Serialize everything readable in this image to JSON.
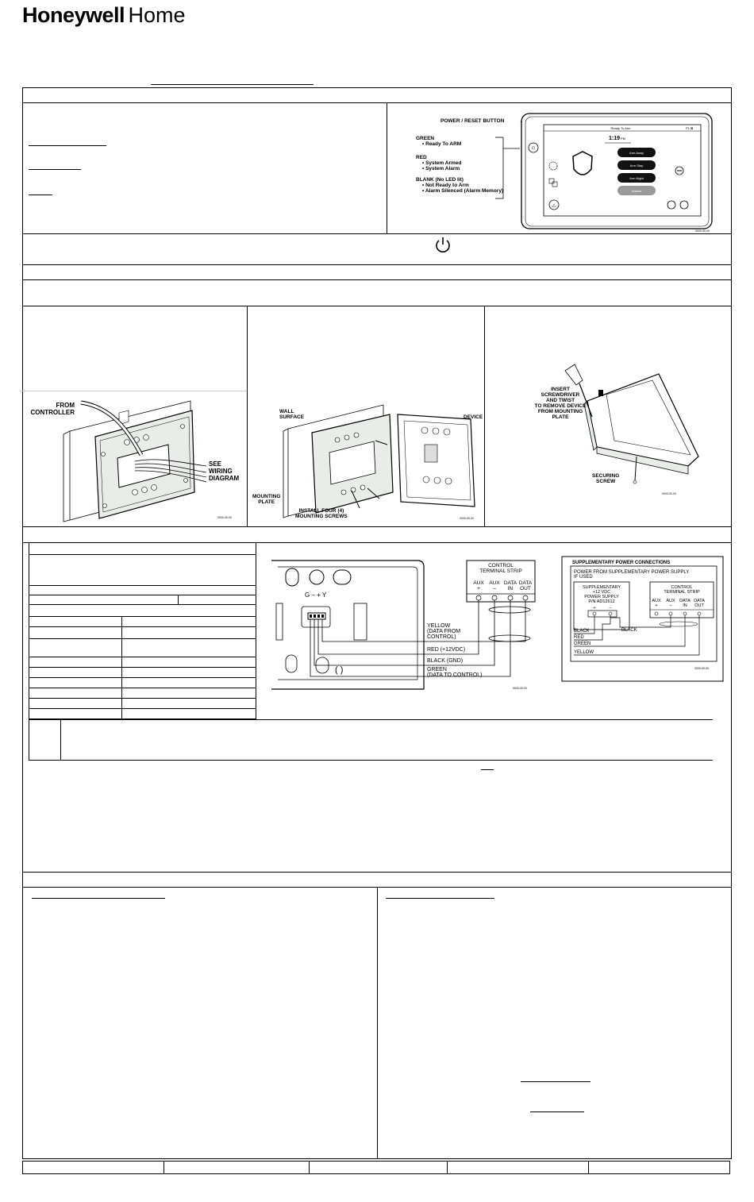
{
  "brand": {
    "bold": "Honeywell",
    "regular": "Home"
  },
  "led_panel": {
    "callout": "POWER / RESET BUTTON",
    "states": [
      {
        "title": "GREEN",
        "items": [
          "• Ready To ARM"
        ]
      },
      {
        "title": "RED",
        "items": [
          "• System Armed",
          "• System Alarm"
        ]
      },
      {
        "title": "BLANK (No LED lit)",
        "items": [
          "• Not Ready to Arm",
          "• Alarm Silenced (Alarm Memory)"
        ]
      }
    ],
    "screen_status": "Ready To Arm",
    "screen_time": "1:19",
    "screen_time_suffix": "PM",
    "screen_buttons": [
      "Arm Away",
      "Arm Stay",
      "Arm Night",
      "Instant"
    ]
  },
  "mounting": {
    "from_controller": [
      "FROM",
      "CONTROLLER"
    ],
    "see_wiring": [
      "SEE",
      "WIRING",
      "DIAGRAM"
    ],
    "wall_surface": [
      "WALL",
      "SURFACE"
    ],
    "device": "DEVICE",
    "mounting_plate": [
      "MOUNTING",
      "PLATE"
    ],
    "install_screws": [
      "INSTALL FOUR (4)",
      "MOUNTING SCREWS"
    ],
    "screwdriver": [
      "INSERT",
      "SCREWDRIVER",
      "AND TWIST",
      "TO REMOVE DEVICE",
      "FROM MOUNTING",
      "PLATE"
    ],
    "securing_screw": [
      "SECURING",
      "SCREW"
    ]
  },
  "wiring": {
    "connector": "G – + Y",
    "terminal_strip": [
      "CONTROL",
      "TERMINAL STRIP"
    ],
    "terminals": [
      {
        "top": "AUX",
        "bottom": "+"
      },
      {
        "top": "AUX",
        "bottom": "–"
      },
      {
        "top": "DATA",
        "bottom": "IN"
      },
      {
        "top": "DATA",
        "bottom": "OUT"
      }
    ],
    "wires": [
      [
        "YELLOW",
        "(DATA FROM",
        "CONTROL)"
      ],
      [
        "RED (+12VDC)"
      ],
      [
        "BLACK (GND)"
      ],
      [
        "GREEN",
        "(DATA TO CONTROL)"
      ]
    ]
  },
  "supp_power": {
    "title": "SUPPLEMENTARY POWER CONNECTIONS",
    "subtitle": [
      "POWER FROM SUPPLEMENTARY POWER SUPPLY",
      "IF USED"
    ],
    "supply": [
      "SUPPLEMENTARY",
      "+12 VDC",
      "POWER SUPPLY",
      "P/N AD12612"
    ],
    "strip": [
      "CONTROL",
      "TERMINAL STRIP"
    ],
    "wires": [
      "BLACK",
      "RED",
      "GREEN",
      "YELLOW",
      "BLACK"
    ]
  }
}
